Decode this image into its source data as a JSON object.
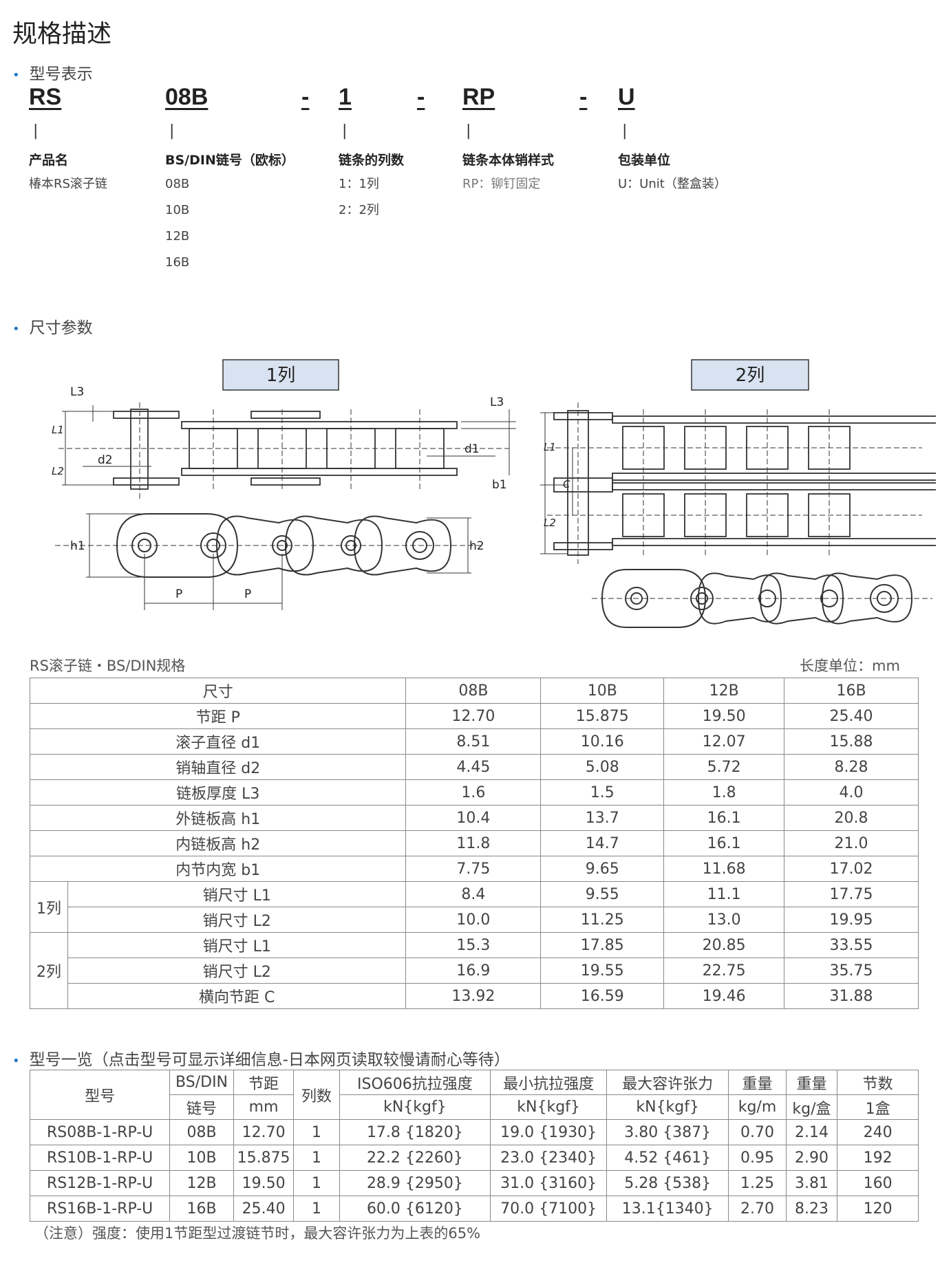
{
  "page_title": "规格描述",
  "model_section": {
    "heading": "型号表示",
    "codes": [
      "RS",
      "08B",
      "1",
      "RP",
      "U"
    ],
    "separator": "-",
    "pipe": "|",
    "columns": [
      {
        "title": "产品名",
        "values": [
          "椿本RS滚子链"
        ]
      },
      {
        "title": "BS/DIN链号（欧标）",
        "values": [
          "08B",
          "10B",
          "12B",
          "16B"
        ]
      },
      {
        "title": "链条的列数",
        "values": [
          "1：1列",
          "2：2列"
        ]
      },
      {
        "title": "链条本体销样式",
        "values": [
          "RP：铆钉固定"
        ]
      },
      {
        "title": "包装单位",
        "values": [
          "U：Unit（整盒装）"
        ]
      }
    ]
  },
  "dimension_section": {
    "heading": "尺寸参数",
    "diagram_1": {
      "tab_label": "1列",
      "labels": {
        "L3a": "L3",
        "L1": "L1",
        "L2": "L2",
        "d2": "d2",
        "L3b": "L3",
        "d1": "d1",
        "b1": "b1",
        "h1": "h1",
        "h2": "h2",
        "P1": "P",
        "P2": "P"
      }
    },
    "diagram_2": {
      "tab_label": "2列",
      "labels": {
        "L1": "L1",
        "C": "C",
        "L2": "L2"
      }
    }
  },
  "spec_table": {
    "caption": "RS滚子链・BS/DIN规格",
    "unit_note": "长度单位：mm",
    "header": [
      "尺寸",
      "08B",
      "10B",
      "12B",
      "16B"
    ],
    "rows": [
      {
        "label": "节距 P",
        "values": [
          "12.70",
          "15.875",
          "19.50",
          "25.40"
        ]
      },
      {
        "label": "滚子直径 d1",
        "values": [
          "8.51",
          "10.16",
          "12.07",
          "15.88"
        ]
      },
      {
        "label": "销轴直径 d2",
        "values": [
          "4.45",
          "5.08",
          "5.72",
          "8.28"
        ]
      },
      {
        "label": "链板厚度 L3",
        "values": [
          "1.6",
          "1.5",
          "1.8",
          "4.0"
        ]
      },
      {
        "label": "外链板高 h1",
        "values": [
          "10.4",
          "13.7",
          "16.1",
          "20.8"
        ]
      },
      {
        "label": "内链板高 h2",
        "values": [
          "11.8",
          "14.7",
          "16.1",
          "21.0"
        ]
      },
      {
        "label": "内节内宽 b1",
        "values": [
          "7.75",
          "9.65",
          "11.68",
          "17.02"
        ]
      }
    ],
    "groups": [
      {
        "group": "1列",
        "rows": [
          {
            "label": "销尺寸 L1",
            "values": [
              "8.4",
              "9.55",
              "11.1",
              "17.75"
            ]
          },
          {
            "label": "销尺寸 L2",
            "values": [
              "10.0",
              "11.25",
              "13.0",
              "19.95"
            ]
          }
        ]
      },
      {
        "group": "2列",
        "rows": [
          {
            "label": "销尺寸 L1",
            "values": [
              "15.3",
              "17.85",
              "20.85",
              "33.55"
            ]
          },
          {
            "label": "销尺寸 L2",
            "values": [
              "16.9",
              "19.55",
              "22.75",
              "35.75"
            ]
          },
          {
            "label": "横向节距 C",
            "values": [
              "13.92",
              "16.59",
              "19.46",
              "31.88"
            ]
          }
        ]
      }
    ]
  },
  "model_list": {
    "heading": "型号一览（点击型号可显示详细信息-日本网页读取较慢请耐心等待）",
    "header": [
      [
        "型号"
      ],
      [
        "BS/DIN",
        "链号"
      ],
      [
        "节距",
        "mm"
      ],
      [
        "列数"
      ],
      [
        "ISO606抗拉强度",
        "kN{kgf}"
      ],
      [
        "最小抗拉强度",
        "kN{kgf}"
      ],
      [
        "最大容许张力",
        "kN{kgf}"
      ],
      [
        "重量",
        "kg/m"
      ],
      [
        "重量",
        "kg/盒"
      ],
      [
        "节数",
        "1盒"
      ]
    ],
    "rows": [
      [
        "RS08B-1-RP-U",
        "08B",
        "12.70",
        "1",
        "17.8 {1820}",
        "19.0 {1930}",
        "3.80 {387}",
        "0.70",
        "2.14",
        "240"
      ],
      [
        "RS10B-1-RP-U",
        "10B",
        "15.875",
        "1",
        "22.2 {2260}",
        "23.0 {2340}",
        "4.52 {461}",
        "0.95",
        "2.90",
        "192"
      ],
      [
        "RS12B-1-RP-U",
        "12B",
        "19.50",
        "1",
        "28.9 {2950}",
        "31.0 {3160}",
        "5.28 {538}",
        "1.25",
        "3.81",
        "160"
      ],
      [
        "RS16B-1-RP-U",
        "16B",
        "25.40",
        "1",
        "60.0 {6120}",
        "70.0 {7100}",
        "13.1{1340}",
        "2.70",
        "8.23",
        "120"
      ]
    ],
    "note": "（注意）强度：使用1节距型过渡链节时，最大容许张力为上表的65%"
  },
  "colors": {
    "accent": "#1e78c8",
    "link": "#1e6fbf",
    "tab_fill": "#d9e2f0"
  }
}
